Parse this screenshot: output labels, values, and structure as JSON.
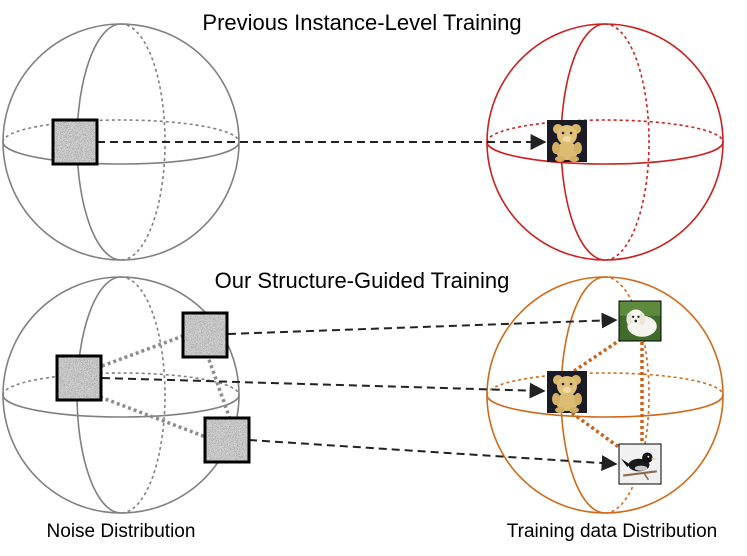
{
  "titles": {
    "top": "Previous Instance-Level Training",
    "bottom": "Our Structure-Guided Training"
  },
  "captions": {
    "left": "Noise Distribution",
    "right": "Training data Distribution"
  },
  "colors": {
    "noise_sphere": "#808080",
    "target_sphere_top": "#cc1f1f",
    "target_sphere_bottom": "#d06a1a",
    "structure_dots_noise": "#8c8c8c",
    "structure_dots_target": "#c8621a",
    "arrow": "#222222"
  },
  "icons": {
    "noise_patch": "noise-square-icon",
    "teddy": "teddy-bear-image",
    "dog": "white-puppy-image",
    "bird": "black-bird-image"
  }
}
